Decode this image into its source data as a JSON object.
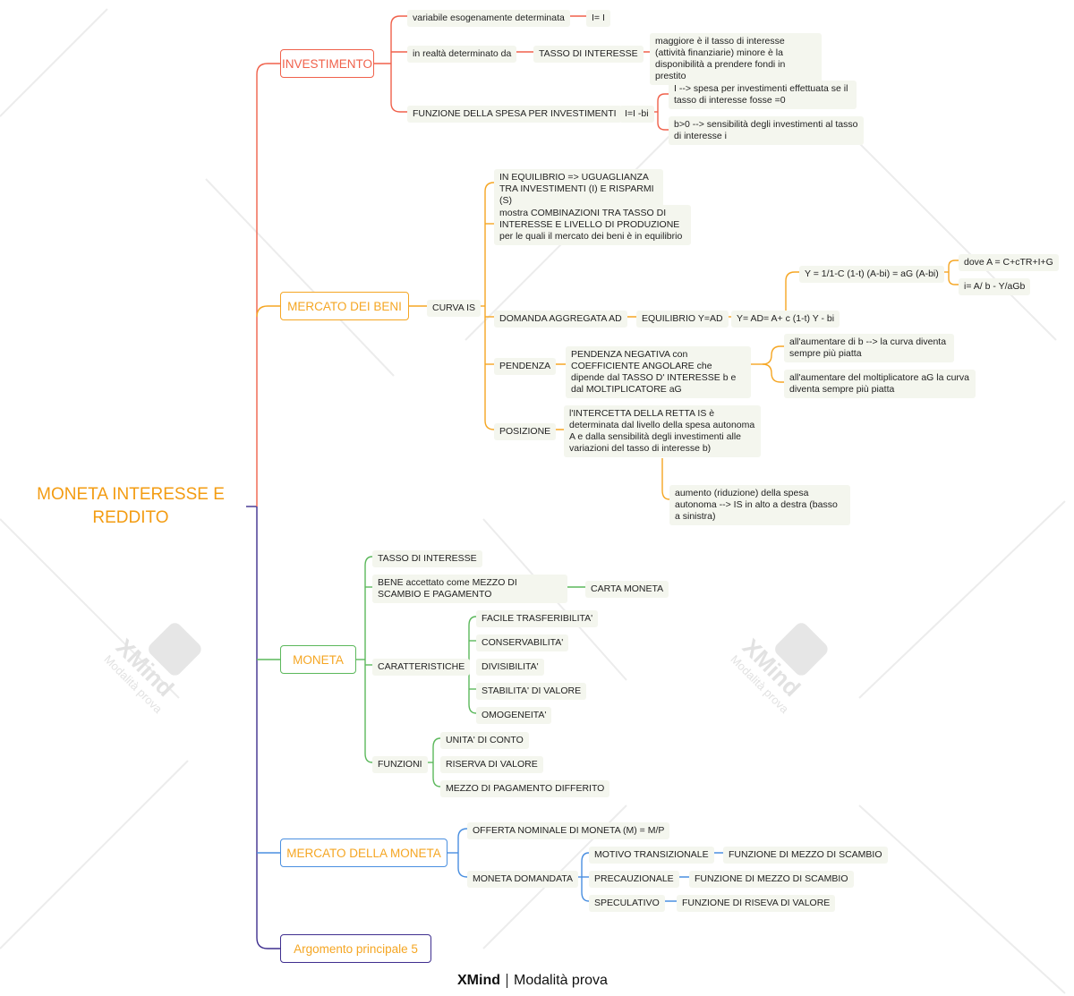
{
  "root": {
    "title": "MONETA INTERESSE E REDDITO"
  },
  "colors": {
    "investimento": "#f0614b",
    "beni": "#f5a623",
    "moneta": "#5cb85c",
    "mercato_moneta": "#4a8fe0",
    "argomento": "#3f2f8f",
    "root_text": "#f39c12"
  },
  "investimento": {
    "label": "INVESTIMENTO",
    "n1": "variabile esogenamente determinata",
    "n1a": "I= I",
    "n2": "in realtà determinato da",
    "n2a": "TASSO DI INTERESSE",
    "n2b": "maggiore è il tasso di interesse (attività finanziarie) minore è la disponibilità a prendere fondi in prestito",
    "n3": "FUNZIONE DELLA SPESA PER INVESTIMENTI",
    "n3a": "I=I -bi",
    "n3b": "I --> spesa per investimenti effettuata se il tasso di interesse fosse =0",
    "n3c": "b>0 --> sensibilità degli investimenti al tasso di interesse i"
  },
  "beni": {
    "label": "MERCATO DEI BENI",
    "curva": "CURVA IS",
    "c1": "IN EQUILIBRIO => UGUAGLIANZA TRA INVESTIMENTI (I) E RISPARMI (S)",
    "c2": "mostra COMBINAZIONI TRA TASSO DI INTERESSE E LIVELLO DI PRODUZIONE per le quali il mercato dei beni è in equilibrio",
    "c3": "DOMANDA AGGREGATA AD",
    "c3a": "EQUILIBRIO Y=AD",
    "c3b": "Y= AD= A+ c (1-t) Y - bi",
    "c3c": "Y = 1/1-C (1-t) (A-bi) = aG (A-bi)",
    "c3d": "dove A = C+cTR+I+G",
    "c3e": "i= A/ b - Y/aGb",
    "c4": "PENDENZA",
    "c4a": "PENDENZA NEGATIVA con COEFFICIENTE ANGOLARE che dipende dal TASSO D' INTERESSE b e dal MOLTIPLICATORE aG",
    "c4b": "all'aumentare di b --> la curva diventa sempre più piatta",
    "c4c": "all'aumentare del moltiplicatore aG la curva diventa sempre più piatta",
    "c5": "POSIZIONE",
    "c5a": "l'INTERCETTA DELLA RETTA IS è determinata dal livello della spesa autonoma A e dalla sensibilità degli investimenti alle variazioni del tasso di interesse b)",
    "c5b": "aumento (riduzione) della spesa autonoma --> IS in alto a destra (basso a sinistra)"
  },
  "moneta": {
    "label": "MONETA",
    "m1": "TASSO DI INTERESSE",
    "m2": "BENE accettato come MEZZO DI SCAMBIO E PAGAMENTO",
    "m2a": "CARTA MONETA",
    "m3": "CARATTERISTICHE",
    "car": [
      "FACILE TRASFERIBILITA'",
      "CONSERVABILITA'",
      "DIVISIBILITA'",
      "STABILITA' DI VALORE",
      "OMOGENEITA'"
    ],
    "m4": "FUNZIONI",
    "fun": [
      "UNITA' DI CONTO",
      "RISERVA DI VALORE",
      "MEZZO DI PAGAMENTO DIFFERITO"
    ]
  },
  "mercato_moneta": {
    "label": "MERCATO DELLA MONETA",
    "o1": "OFFERTA NOMINALE DI MONETA (M) = M/P",
    "o2": "MONETA DOMANDATA",
    "d1": "MOTIVO TRANSIZIONALE",
    "d1a": "FUNZIONE DI MEZZO DI SCAMBIO",
    "d2": "PRECAUZIONALE",
    "d2a": "FUNZIONE DI MEZZO DI SCAMBIO",
    "d3": "SPECULATIVO",
    "d3a": "FUNZIONE DI RISEVA DI VALORE"
  },
  "argomento": {
    "label": "Argomento principale 5"
  },
  "watermark": {
    "brand": "XMind",
    "mode": "Modalità prova"
  }
}
